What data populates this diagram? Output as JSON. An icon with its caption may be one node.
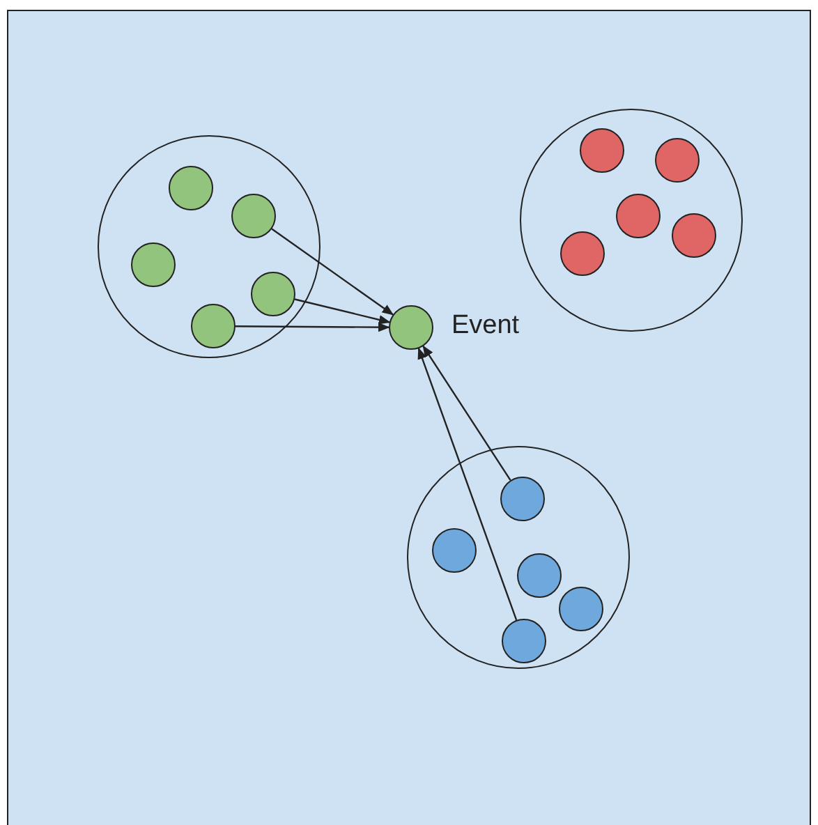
{
  "diagram": {
    "nodes": [
      {
        "text": [],
        "shape": "circle"
      },
      {
        "text": [],
        "shape": "circle",
        "in": 0
      },
      {
        "text": [],
        "shape": "circle",
        "in": 0
      },
      {
        "text": [],
        "shape": "circle",
        "in": 0
      },
      {
        "text": [],
        "shape": "circle",
        "in": 0
      },
      {
        "text": [],
        "shape": "circle",
        "in": 0
      },
      {
        "text": [],
        "shape": "circle"
      },
      {
        "text": [],
        "shape": "circle",
        "in": 6
      },
      {
        "text": [],
        "shape": "circle",
        "in": 6
      },
      {
        "text": [],
        "shape": "circle",
        "in": 6
      },
      {
        "text": [],
        "shape": "circle",
        "in": 6
      },
      {
        "text": [],
        "shape": "circle",
        "in": 6
      },
      {
        "text": [],
        "shape": "circle",
        "beside": [
          "Event"
        ]
      },
      {
        "text": [],
        "shape": "circle"
      },
      {
        "text": [],
        "shape": "circle",
        "in": 13
      },
      {
        "text": [],
        "shape": "circle",
        "in": 13
      },
      {
        "text": [],
        "shape": "circle",
        "in": 13
      },
      {
        "text": [],
        "shape": "circle",
        "in": 13
      },
      {
        "text": [],
        "shape": "circle",
        "in": 13
      }
    ],
    "edges": [
      {
        "from": 2,
        "to": 12,
        "arrow": "to"
      },
      {
        "from": 4,
        "to": 12,
        "arrow": "to"
      },
      {
        "from": 5,
        "to": 12,
        "arrow": "to"
      },
      {
        "from": 14,
        "to": 12,
        "arrow": "to"
      },
      {
        "from": 18,
        "to": 12,
        "arrow": "to"
      }
    ]
  }
}
